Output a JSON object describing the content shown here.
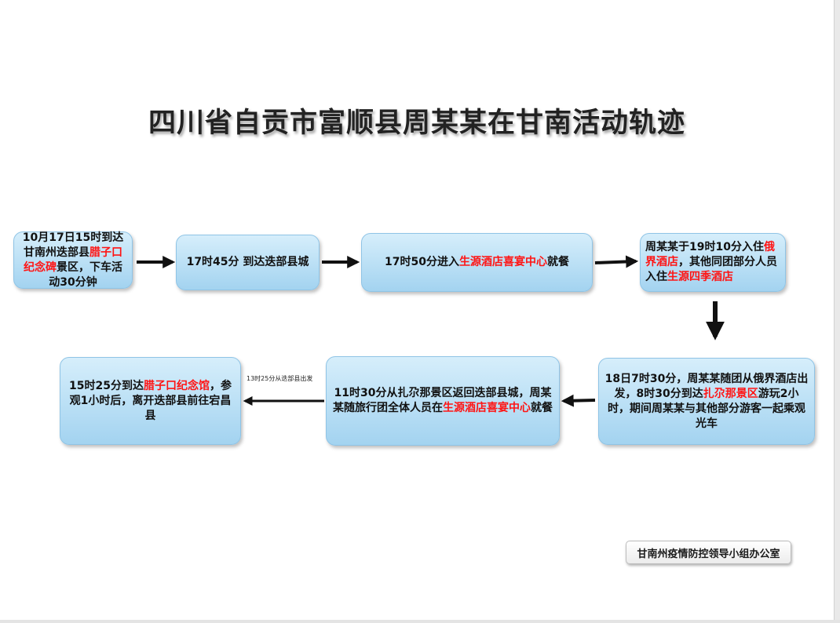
{
  "title": "四川省自贡市富顺县周某某在甘南活动轨迹",
  "nodes": {
    "n1": {
      "parts": [
        "10月17日15时到达甘南州迭部县",
        "腊子口纪念碑",
        "景区，下车活动30分钟"
      ]
    },
    "n2": {
      "parts": [
        "17时45分 到达迭部县城"
      ]
    },
    "n3": {
      "parts": [
        "17时50分进入",
        "生源酒店喜宴中心",
        "就餐"
      ]
    },
    "n4": {
      "parts": [
        "周某某于19时10分入住",
        "俄界酒店",
        "，其他同团部分人员入住",
        "生源四季酒店"
      ]
    },
    "n5": {
      "parts": [
        "18日7时30分，周某某随团从俄界酒店出发，8时30分到达",
        "扎尕那景区",
        "游玩2小时，期间周某某与其他部分游客一起乘观光车"
      ]
    },
    "n6": {
      "parts": [
        "11时30分从扎尕那景区返回迭部县城，周某某随旅行团全体人员在",
        "生源酒店喜宴中心",
        "就餐"
      ]
    },
    "n7": {
      "parts": [
        "15时25分到达",
        "腊子口纪念馆",
        "，参观1小时后，离开迭部县前往宕昌县"
      ]
    }
  },
  "arrow_note": "13时25分从迭部县出发",
  "footer": "甘南州疫情防控领导小组办公室",
  "colors": {
    "node_fill": "#bfe2f6",
    "highlight": "#ff1414",
    "arrow": "#111111"
  }
}
